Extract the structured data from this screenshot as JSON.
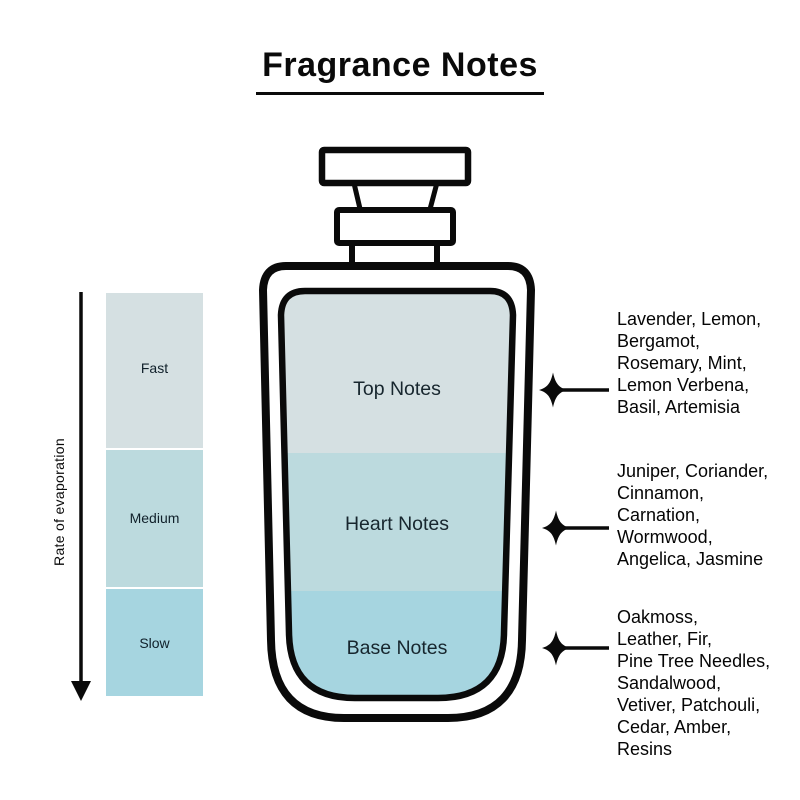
{
  "title": "Fragrance Notes",
  "evaporation_scale": {
    "axis_label": "Rate of evaporation",
    "arrow_direction": "down",
    "levels": [
      {
        "label": "Fast",
        "color": "#d5e0e2"
      },
      {
        "label": "Medium",
        "color": "#bcdade"
      },
      {
        "label": "Slow",
        "color": "#a6d5e0"
      }
    ]
  },
  "bottle": {
    "outline_color": "#0a0a0a",
    "sections": [
      {
        "label": "Top Notes",
        "color": "#d5e0e2",
        "rate": "Fast",
        "ingredients": "Lavender, Lemon,\nBergamot,\nRosemary, Mint,\nLemon Verbena,\nBasil, Artemisia"
      },
      {
        "label": "Heart Notes",
        "color": "#bcdade",
        "rate": "Medium",
        "ingredients": "Juniper, Coriander,\nCinnamon,\nCarnation,\nWormwood,\nAngelica, Jasmine"
      },
      {
        "label": "Base Notes",
        "color": "#a6d5e0",
        "rate": "Slow",
        "ingredients": "Oakmoss,\nLeather, Fir,\nPine Tree Needles,\nSandalwood,\nVetiver, Patchouli,\nCedar, Amber,\nResins"
      }
    ]
  },
  "icons": {
    "sparkle": "four-pointed-star"
  }
}
